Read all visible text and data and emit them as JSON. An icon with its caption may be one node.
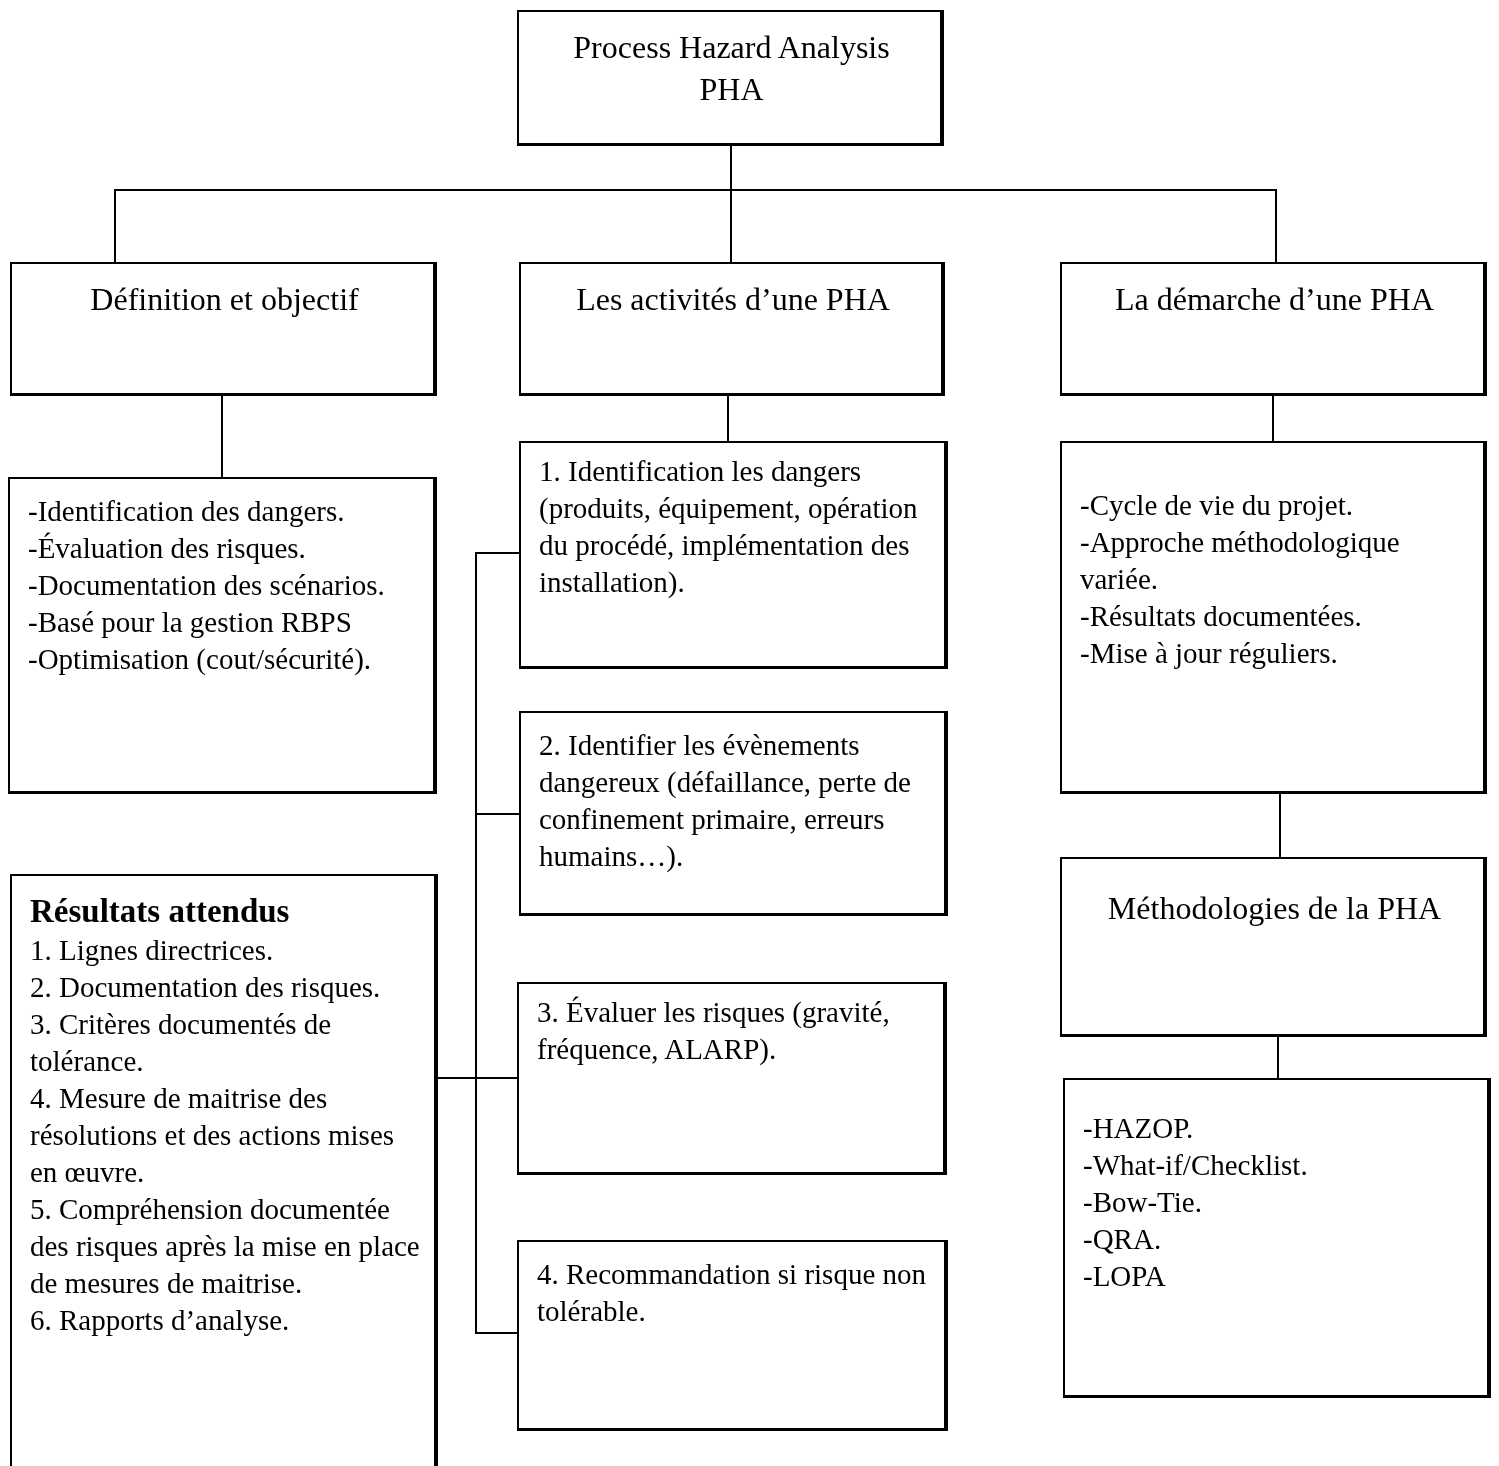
{
  "diagram": {
    "nodes": [
      {
        "text": [
          "Process Hazard Analysis PHA"
        ]
      },
      {
        "text": [
          "Définition et objectif"
        ]
      },
      {
        "text": [
          "Les activités d’une PHA"
        ]
      },
      {
        "text": [
          "La démarche d’une PHA"
        ]
      },
      {
        "text": [
          "-Identification des dangers.",
          "-Évaluation des risques.",
          "-Documentation des scénarios.",
          "-Basé pour la gestion RBPS",
          "-Optimisation (cout/sécurité)."
        ]
      },
      {
        "text": [
          "1. Identification les dangers (produits, équipement, opération du procédé, implémentation des installation)."
        ]
      },
      {
        "text": [
          "2. Identifier les évènements dangereux (défaillance, perte de confinement primaire, erreurs humains…)."
        ]
      },
      {
        "text": [
          "3. Évaluer les risques (gravité, fréquence, ALARP)."
        ]
      },
      {
        "text": [
          "4. Recommandation si risque non tolérable."
        ]
      },
      {
        "text": [
          "Résultats attendus",
          "1. Lignes directrices.",
          "2. Documentation des risques.",
          "3. Critères documentés de tolérance.",
          "4. Mesure de maitrise des résolutions et des actions mises en œuvre.",
          "5. Compréhension documentée des risques après la mise en place de mesures de maitrise.",
          "6. Rapports d’analyse."
        ]
      },
      {
        "text": [
          "-Cycle de vie du projet.",
          "-Approche méthodologique variée.",
          "-Résultats documentées.",
          "-Mise à jour réguliers."
        ]
      },
      {
        "text": [
          "Méthodologies de la PHA"
        ]
      },
      {
        "text": [
          "-HAZOP.",
          "-What-if/Checklist.",
          "-Bow-Tie.",
          "-QRA.",
          "-LOPA"
        ]
      }
    ],
    "edges": [
      {
        "from": 0,
        "to": 1,
        "arrow": "none"
      },
      {
        "from": 0,
        "to": 2,
        "arrow": "none"
      },
      {
        "from": 0,
        "to": 3,
        "arrow": "none"
      },
      {
        "from": 1,
        "to": 4,
        "arrow": "none"
      },
      {
        "from": 2,
        "to": 5,
        "arrow": "none"
      },
      {
        "from": 3,
        "to": 10,
        "arrow": "none"
      },
      {
        "from": 10,
        "to": 11,
        "arrow": "none"
      },
      {
        "from": 11,
        "to": 12,
        "arrow": "none"
      },
      {
        "from": 9,
        "to": 5,
        "arrow": "none"
      },
      {
        "from": 9,
        "to": 6,
        "arrow": "none"
      },
      {
        "from": 9,
        "to": 7,
        "arrow": "none"
      },
      {
        "from": 9,
        "to": 8,
        "arrow": "none"
      }
    ]
  }
}
